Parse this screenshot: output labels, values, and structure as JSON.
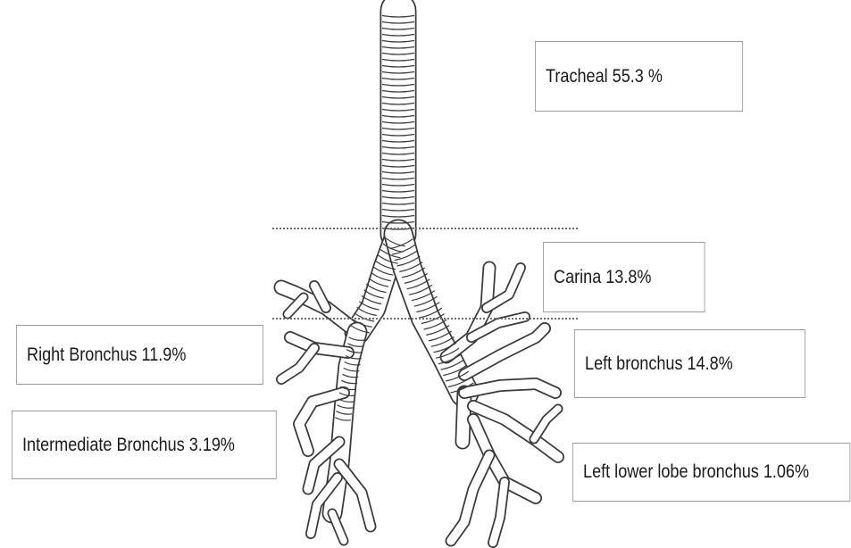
{
  "labels": {
    "tracheal": "Tracheal 55.3 %",
    "carina": "Carina 13.8%",
    "right_bronchus": "Right Bronchus 11.9%",
    "left_bronchus": "Left bronchus 14.8%",
    "intermediate_bronchus": "Intermediate Bronchus 3.19%",
    "left_lower_lobe_bronchus": "Left lower lobe bronchus 1.06%"
  },
  "illustration": {
    "subject": "tracheobronchial-tree-drawing",
    "stroke_color": "#3a3a3a",
    "fill_color": "#ffffff",
    "divider_color": "#6d6d6d"
  }
}
